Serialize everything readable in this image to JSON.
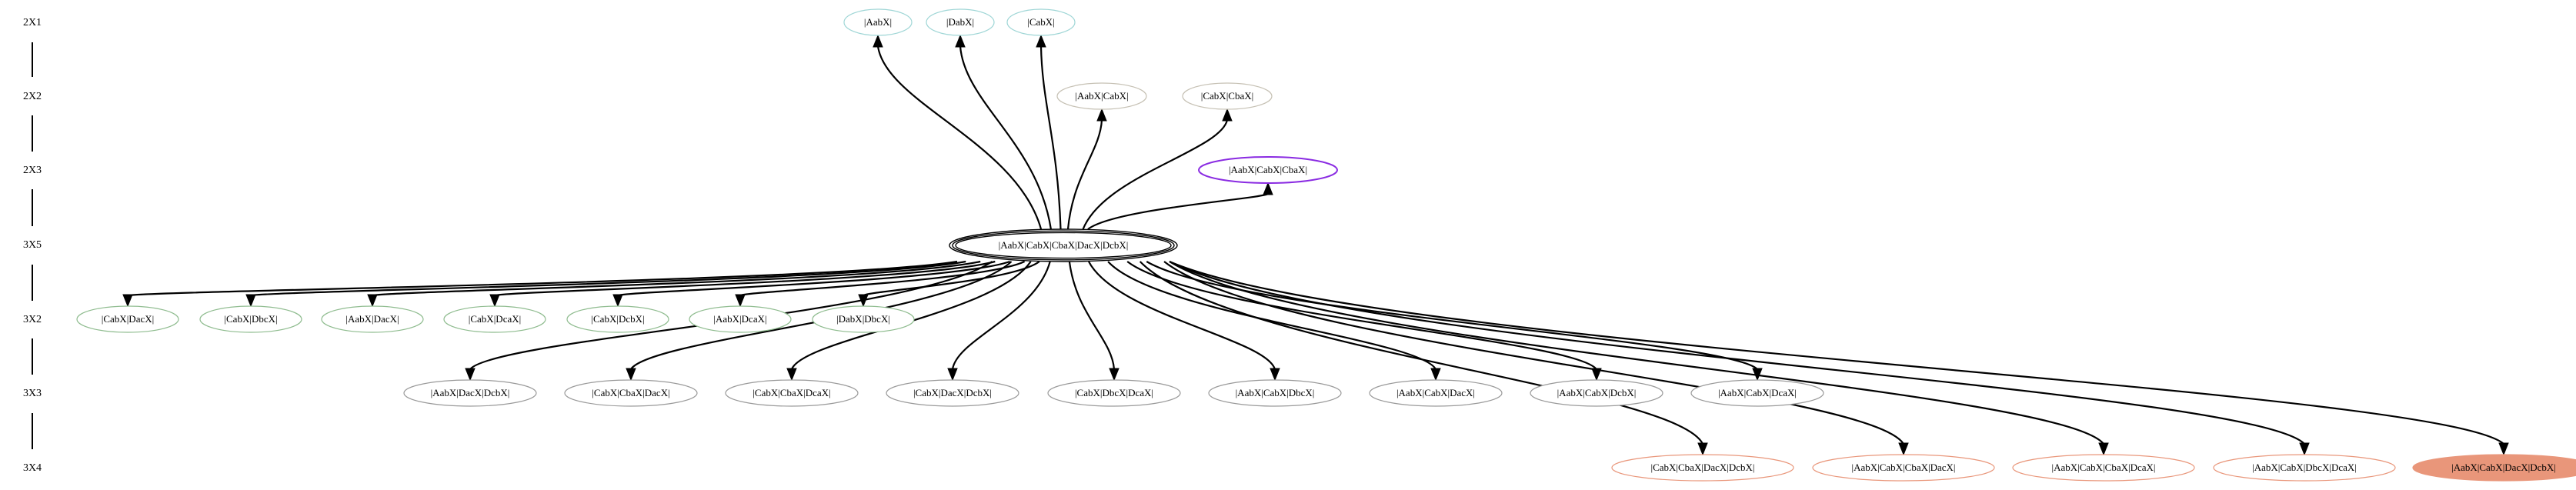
{
  "rank_labels": [
    "2X1",
    "2X2",
    "2X3",
    "3X5",
    "3X2",
    "3X3",
    "3X4"
  ],
  "root": {
    "label": "|AabX|CabX|CbaX|DacX|DcbX|"
  },
  "colors": {
    "2X1": "#9fd6d6",
    "2X2": "#c6c1b4",
    "2X3": "#8a2be2",
    "3X2": "#8fbc8f",
    "3X3": "#9a9a9a",
    "3X4": "#e9967a",
    "highlight_fill": "#e9967a"
  },
  "ranks": {
    "2X1": [
      "|AabX|",
      "|DabX|",
      "|CabX|"
    ],
    "2X2": [
      "|AabX|CabX|",
      "|CabX|CbaX|"
    ],
    "2X3": [
      "|AabX|CabX|CbaX|"
    ],
    "3X2": [
      "|CabX|DacX|",
      "|CabX|DbcX|",
      "|AabX|DacX|",
      "|CabX|DcaX|",
      "|CabX|DcbX|",
      "|AabX|DcaX|",
      "|DabX|DbcX|"
    ],
    "3X3": [
      "|AabX|DacX|DcbX|",
      "|CabX|CbaX|DacX|",
      "|CabX|CbaX|DcaX|",
      "|CabX|DacX|DcbX|",
      "|CabX|DbcX|DcaX|",
      "|AabX|CabX|DbcX|",
      "|AabX|CabX|DacX|",
      "|AabX|CabX|DcbX|",
      "|AabX|CabX|DcaX|"
    ],
    "3X4": [
      "|CabX|CbaX|DacX|DcbX|",
      "|AabX|CabX|CbaX|DacX|",
      "|AabX|CabX|CbaX|DcaX|",
      "|AabX|CabX|DbcX|DcaX|",
      "|AabX|CabX|DacX|DcbX|"
    ]
  },
  "highlighted": "|AabX|CabX|DacX|DcbX|"
}
